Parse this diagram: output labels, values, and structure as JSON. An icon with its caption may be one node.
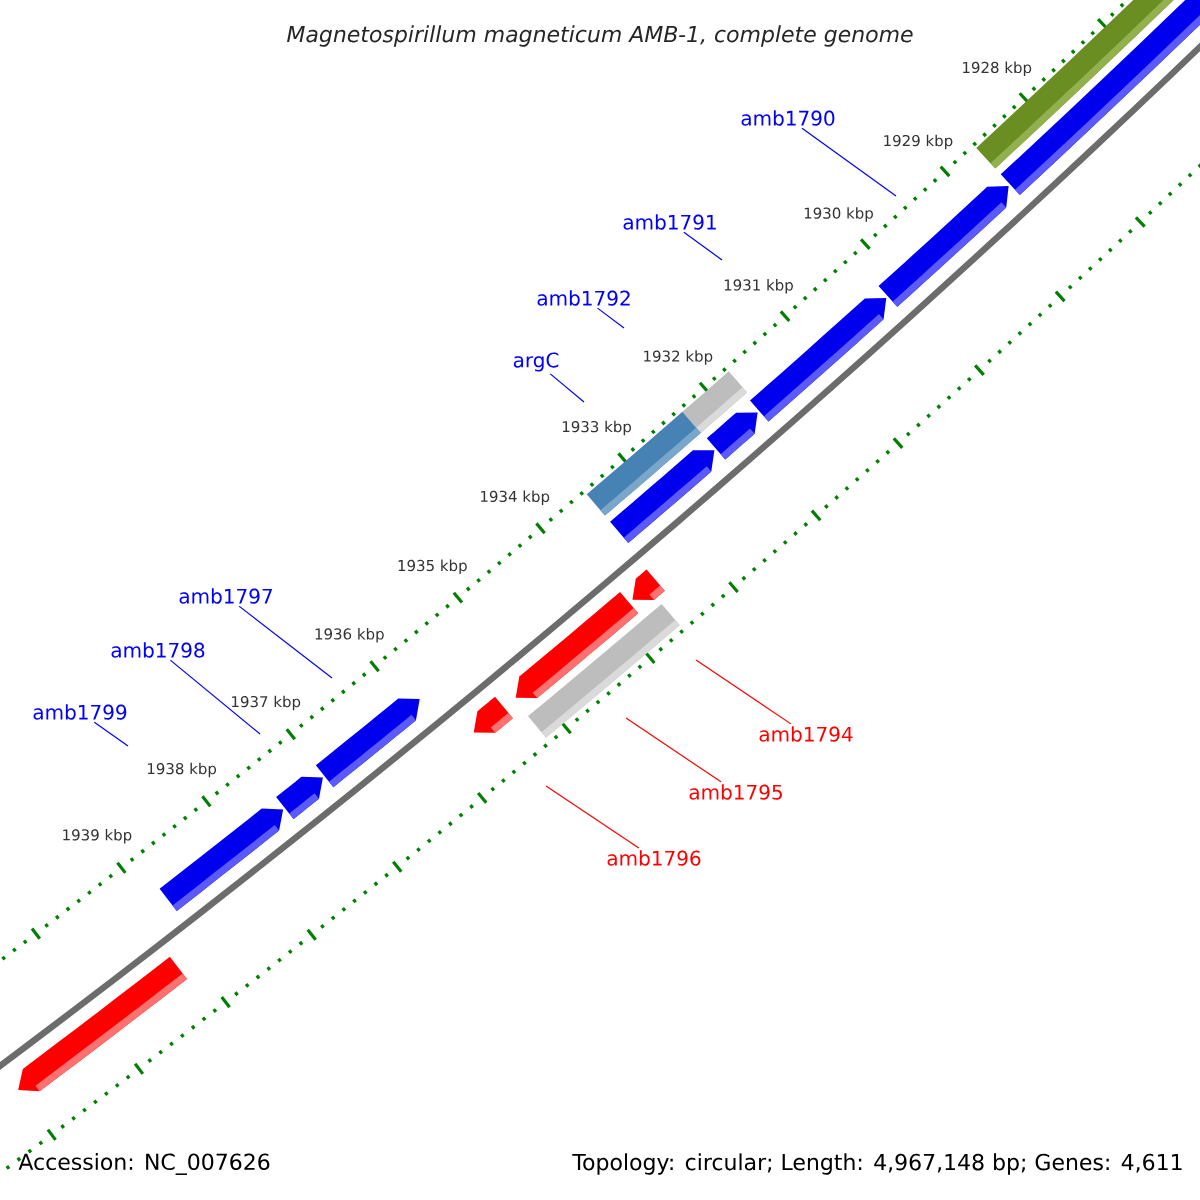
{
  "diagram": {
    "title": "Magnetospirillum magneticum AMB-1, complete genome",
    "nodes": [
      {
        "text": [
          "amb1790"
        ]
      },
      {
        "text": [
          "amb1791"
        ]
      },
      {
        "text": [
          "amb1792"
        ]
      },
      {
        "text": [
          "argC"
        ]
      },
      {
        "text": [
          "amb1797"
        ]
      },
      {
        "text": [
          "amb1798"
        ]
      },
      {
        "text": [
          "amb1799"
        ]
      },
      {
        "text": [
          "amb1794"
        ]
      },
      {
        "text": [
          "amb1795"
        ]
      },
      {
        "text": [
          "amb1796"
        ]
      }
    ],
    "edges": [
      {
        "from": 0,
        "to": null,
        "arrow": "none"
      },
      {
        "from": 1,
        "to": null,
        "arrow": "none"
      },
      {
        "from": 2,
        "to": null,
        "arrow": "none"
      },
      {
        "from": 3,
        "to": null,
        "arrow": "none"
      },
      {
        "from": 4,
        "to": null,
        "arrow": "none"
      },
      {
        "from": 5,
        "to": null,
        "arrow": "none"
      },
      {
        "from": 6,
        "to": null,
        "arrow": "none"
      },
      {
        "from": 7,
        "to": null,
        "arrow": "none",
        "color": "#ff0000"
      },
      {
        "from": 8,
        "to": null,
        "arrow": "none",
        "color": "#ff0000"
      },
      {
        "from": 9,
        "to": null,
        "arrow": "none",
        "color": "#ff0000"
      }
    ],
    "labels": [
      "1928 kbp",
      "1929 kbp",
      "1930 kbp",
      "1931 kbp",
      "1932 kbp",
      "1933 kbp",
      "1934 kbp",
      "1935 kbp",
      "1936 kbp",
      "1937 kbp",
      "1938 kbp",
      "1939 kbp",
      "Accession: NC_007626",
      "Topology: circular; Length: 4,967,148 bp; Genes: 4,611"
    ]
  }
}
